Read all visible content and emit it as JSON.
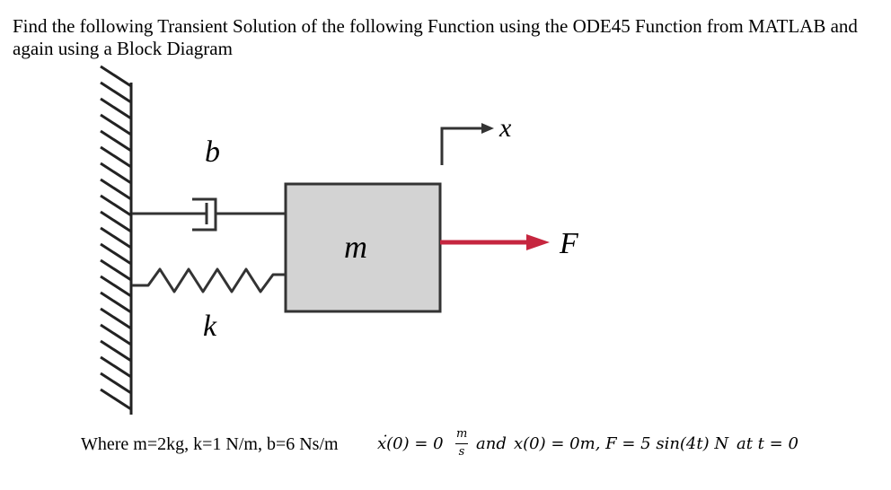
{
  "question": "Find the following Transient Solution of the following Function using the ODE45 Function from MATLAB and again using a Block Diagram",
  "diagram": {
    "labels": {
      "damper": "b",
      "spring": "k",
      "mass": "m",
      "displacement": "x",
      "force": "F"
    },
    "colors": {
      "mass_fill": "#d3d3d3",
      "force_arrow": "#c6263f",
      "wall_hatch": "#222222"
    }
  },
  "conditions": {
    "parameters": "Where m=2kg, k=1 N/m, b=6 Ns/m",
    "velocity_lhs": "x(0) = 0",
    "velocity_unit_num": "m",
    "velocity_unit_den": "s",
    "and_text": "and",
    "position": "x(0) = 0m, F = 5 sin(4t) N",
    "time": "at t = 0"
  }
}
